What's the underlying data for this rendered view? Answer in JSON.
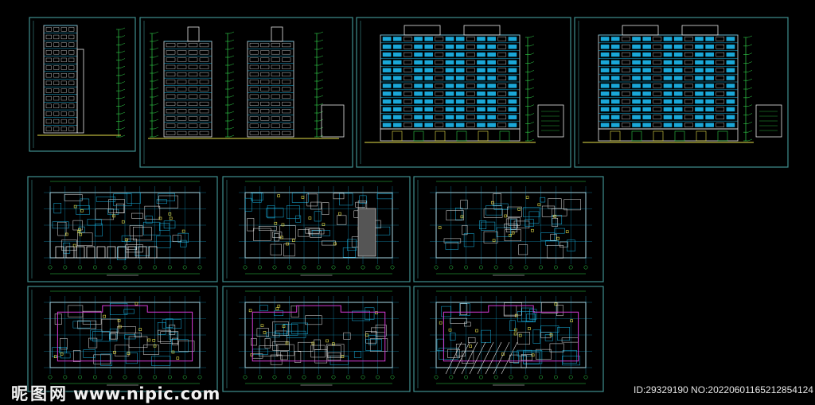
{
  "watermark": {
    "site_cn": "昵图网",
    "site_url": "www.nipic.com"
  },
  "image_id": "ID:29329190 NO:20220601165212854124",
  "colors": {
    "frame": "#3f8f8f",
    "cyan": "#19b6e6",
    "green": "#31d04a",
    "yellow": "#e6e04a",
    "magenta": "#d43ad4",
    "white": "#e6e6e6"
  },
  "drawings": [
    {
      "kind": "section"
    },
    {
      "kind": "side-elevations"
    },
    {
      "kind": "front-elevation"
    },
    {
      "kind": "rear-elevation"
    },
    {
      "kind": "basement-plan"
    },
    {
      "kind": "ground-floor-plan"
    },
    {
      "kind": "typical-floor-plan"
    },
    {
      "kind": "standard-floor-plan"
    },
    {
      "kind": "upper-floor-plan"
    },
    {
      "kind": "roof-plan"
    }
  ]
}
